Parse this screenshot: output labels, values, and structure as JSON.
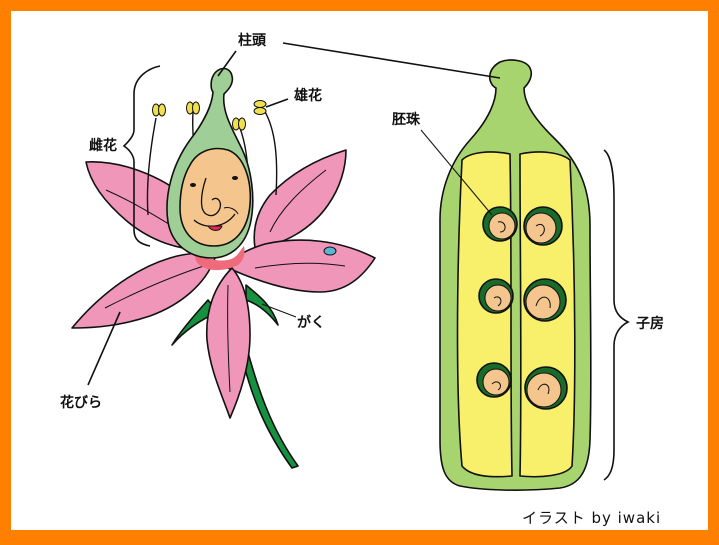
{
  "diagram": {
    "border_color": "#ff8000",
    "background": "#ffffff",
    "labels": {
      "stigma": "柱頭",
      "stamen": "雄花",
      "pistil": "雌花",
      "ovule": "胚珠",
      "sepal": "がく",
      "petal": "花びら",
      "ovary": "子房"
    },
    "credit": "イラスト by iwaki",
    "colors": {
      "petal": "#f096b9",
      "hood": "#9fcf96",
      "face": "#f4c58c",
      "sepal": "#16913f",
      "ovary_wall": "#a8d46f",
      "ovary_inner": "#f8f06a",
      "ovule_ring": "#1a6b2a",
      "collar": "#ef6a7a"
    }
  }
}
